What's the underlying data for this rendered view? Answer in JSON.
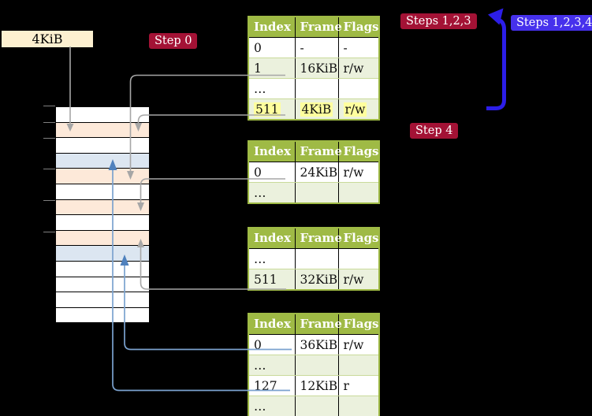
{
  "palette": {
    "canvas-bg": "#000000",
    "header-green": "#9fba45",
    "row-green": "#ebf1dd",
    "row-white": "#ffffff",
    "highlight-yellow": "#ffff9e",
    "mem-peach": "#fde9d9",
    "mem-blue": "#dce6f1",
    "badge-red": "#a31235",
    "badge-blue": "#4631ec",
    "arrow-blue": "#2c1ee8",
    "connector-grey": "#a6a6a6",
    "connector-blue-thin": "#7ba2cf",
    "arrowhead-steel-blue": "#4f81bd",
    "label-cream": "#fdf0d0",
    "tick-grey": "#7f7f7f"
  },
  "labels": {
    "page_size": "4KiB",
    "step0": "Step 0",
    "steps123": "Steps 1,2,3",
    "steps1234": "Steps 1,2,3,4",
    "step4": "Step 4"
  },
  "memory_column": {
    "rows": [
      "white",
      "peach",
      "white",
      "blue",
      "peach",
      "white",
      "peach",
      "white",
      "peach",
      "blue",
      "white",
      "white",
      "white",
      "white"
    ]
  },
  "tables": [
    {
      "name": "page-table-top",
      "headers": [
        "Index",
        "Frame",
        "Flags"
      ],
      "rows": [
        {
          "cells": [
            "0",
            "-",
            "-"
          ],
          "shade": "white",
          "highlight": false
        },
        {
          "cells": [
            "1",
            "16KiB",
            "r/w"
          ],
          "shade": "green",
          "highlight": false
        },
        {
          "cells": [
            "…",
            "",
            ""
          ],
          "shade": "white",
          "highlight": false
        },
        {
          "cells": [
            "511",
            "4KiB",
            "r/w"
          ],
          "shade": "green",
          "highlight": true
        }
      ]
    },
    {
      "name": "page-table-second",
      "headers": [
        "Index",
        "Frame",
        "Flags"
      ],
      "rows": [
        {
          "cells": [
            "0",
            "24KiB",
            "r/w"
          ],
          "shade": "white",
          "highlight": false
        },
        {
          "cells": [
            "…",
            "",
            ""
          ],
          "shade": "green",
          "highlight": false
        }
      ]
    },
    {
      "name": "page-table-third",
      "headers": [
        "Index",
        "Frame",
        "Flags"
      ],
      "rows": [
        {
          "cells": [
            "…",
            "",
            ""
          ],
          "shade": "white",
          "highlight": false
        },
        {
          "cells": [
            "511",
            "32KiB",
            "r/w"
          ],
          "shade": "green",
          "highlight": false
        }
      ]
    },
    {
      "name": "page-table-bottom",
      "headers": [
        "Index",
        "Frame",
        "Flags"
      ],
      "rows": [
        {
          "cells": [
            "0",
            "36KiB",
            "r/w"
          ],
          "shade": "white",
          "highlight": false
        },
        {
          "cells": [
            "…",
            "",
            ""
          ],
          "shade": "green",
          "highlight": false
        },
        {
          "cells": [
            "127",
            "12KiB",
            "r"
          ],
          "shade": "white",
          "highlight": false
        },
        {
          "cells": [
            "…",
            "",
            ""
          ],
          "shade": "green",
          "highlight": false
        }
      ]
    }
  ],
  "connectors": [
    {
      "name": "4kib-label-to-memory-frame",
      "color": "grey"
    },
    {
      "name": "top-table-entry-1-to-memory",
      "color": "grey"
    },
    {
      "name": "top-table-entry-511-to-memory",
      "color": "grey"
    },
    {
      "name": "second-table-entry-0-to-memory",
      "color": "grey"
    },
    {
      "name": "third-table-entry-511-to-memory",
      "color": "grey"
    },
    {
      "name": "bottom-table-entry-0-to-memory",
      "color": "blue"
    },
    {
      "name": "bottom-table-entry-127-to-memory",
      "color": "blue"
    },
    {
      "name": "steps-loop-arrow",
      "color": "arrow-blue"
    }
  ]
}
